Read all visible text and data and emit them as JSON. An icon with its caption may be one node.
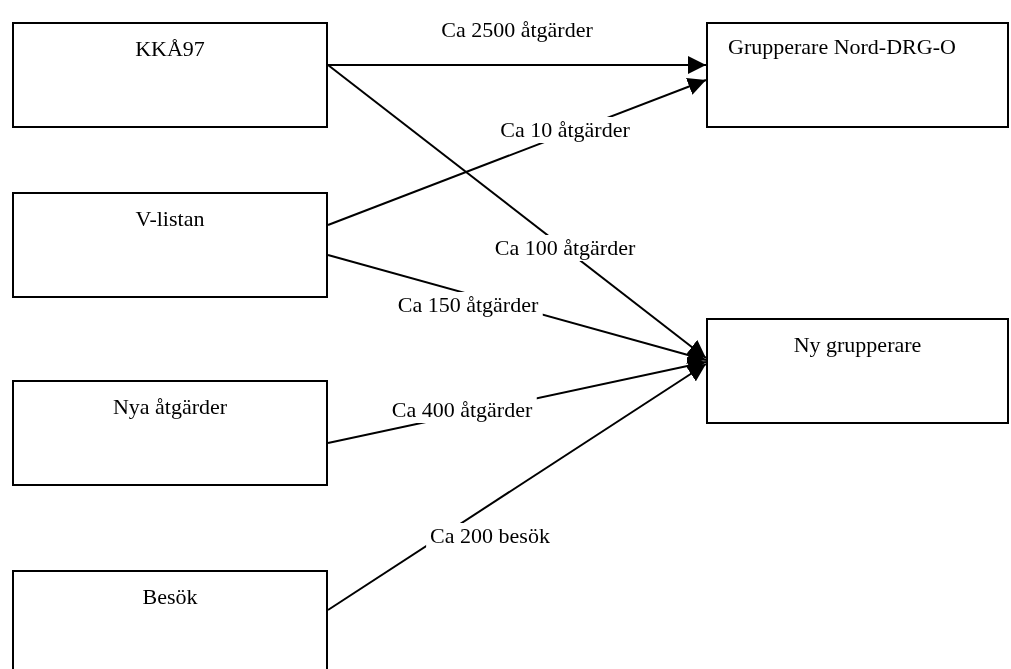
{
  "diagram": {
    "nodes": [
      {
        "text": [
          "KKÅ97"
        ]
      },
      {
        "text": [
          "Grupperare Nord-DRG-O"
        ]
      },
      {
        "text": [
          "V-listan"
        ]
      },
      {
        "text": [
          "Ny grupperare"
        ]
      },
      {
        "text": [
          "Nya åtgärder"
        ]
      },
      {
        "text": [
          "Besök"
        ]
      }
    ],
    "edges": [
      {
        "from": 0,
        "to": 1,
        "arrow": "to",
        "label": "Ca 2500 åtgärder"
      },
      {
        "from": 2,
        "to": 1,
        "arrow": "to",
        "label": "Ca 10 åtgärder"
      },
      {
        "from": 0,
        "to": 3,
        "arrow": "to",
        "label": "Ca 100 åtgärder"
      },
      {
        "from": 2,
        "to": 3,
        "arrow": "to",
        "label": "Ca 150 åtgärder"
      },
      {
        "from": 4,
        "to": 3,
        "arrow": "to",
        "label": "Ca 400 åtgärder"
      },
      {
        "from": 5,
        "to": 3,
        "arrow": "to",
        "label": "Ca 200 besök"
      }
    ]
  }
}
